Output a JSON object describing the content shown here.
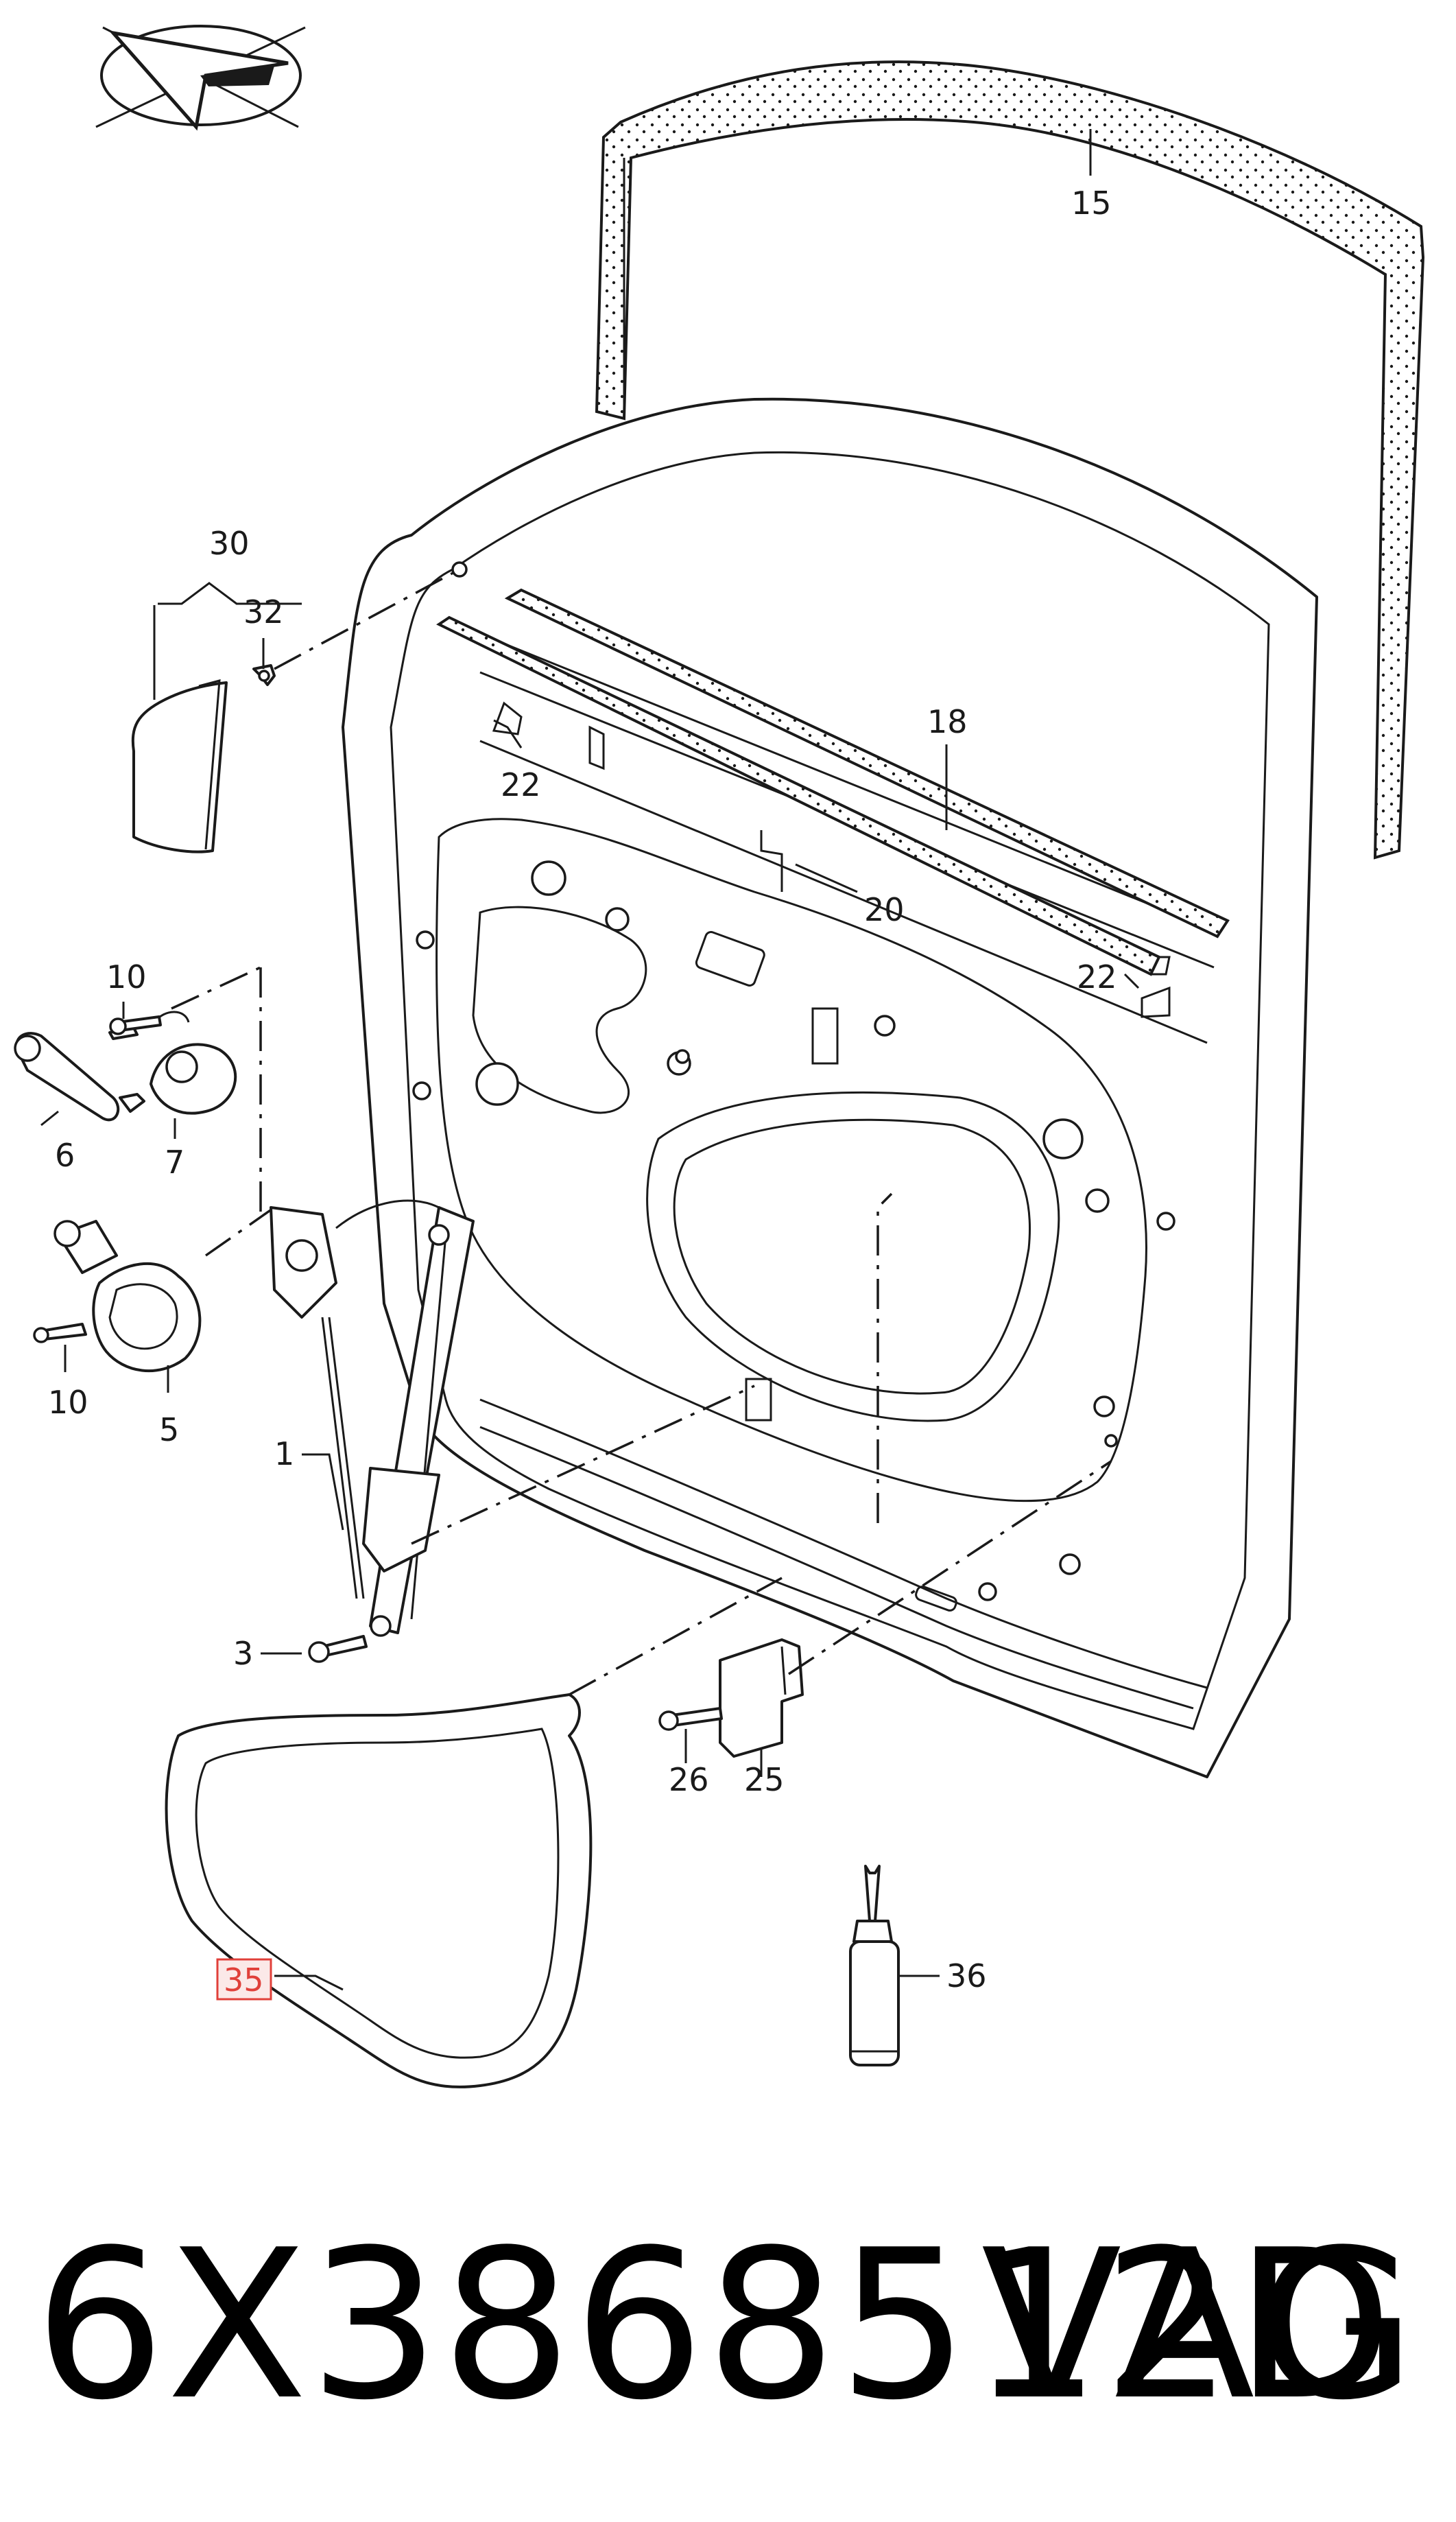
{
  "diagram": {
    "callouts": [
      {
        "id": "label-15",
        "text": "15"
      },
      {
        "id": "label-30",
        "text": "30"
      },
      {
        "id": "label-32",
        "text": "32"
      },
      {
        "id": "label-18",
        "text": "18"
      },
      {
        "id": "label-22a",
        "text": "22"
      },
      {
        "id": "label-20",
        "text": "20"
      },
      {
        "id": "label-22b",
        "text": "22"
      },
      {
        "id": "label-10a",
        "text": "10"
      },
      {
        "id": "label-6",
        "text": "6"
      },
      {
        "id": "label-7",
        "text": "7"
      },
      {
        "id": "label-10b",
        "text": "10"
      },
      {
        "id": "label-5",
        "text": "5"
      },
      {
        "id": "label-1",
        "text": "1"
      },
      {
        "id": "label-3",
        "text": "3"
      },
      {
        "id": "label-26",
        "text": "26"
      },
      {
        "id": "label-25",
        "text": "25"
      },
      {
        "id": "label-35",
        "text": "35"
      },
      {
        "id": "label-36",
        "text": "36"
      }
    ],
    "highlighted_callout": "35",
    "highlight_color": "#e0403a"
  },
  "footer": {
    "part_number": "6X3868512D",
    "brand": "VAG"
  }
}
